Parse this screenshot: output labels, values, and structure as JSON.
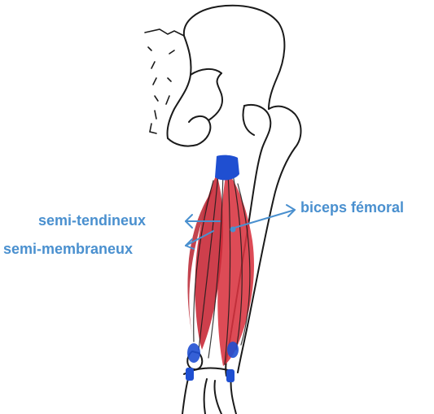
{
  "labels": {
    "biceps_femoral": "biceps fémoral",
    "semi_tendineux": "semi-tendineux",
    "semi_membraneux": "semi-membraneux"
  },
  "colors": {
    "label_text": "#4a90cf",
    "muscle_red": "#d8323f",
    "tendon_blue": "#1f4fd1",
    "outline": "#1a1a1a",
    "background": "#ffffff"
  }
}
